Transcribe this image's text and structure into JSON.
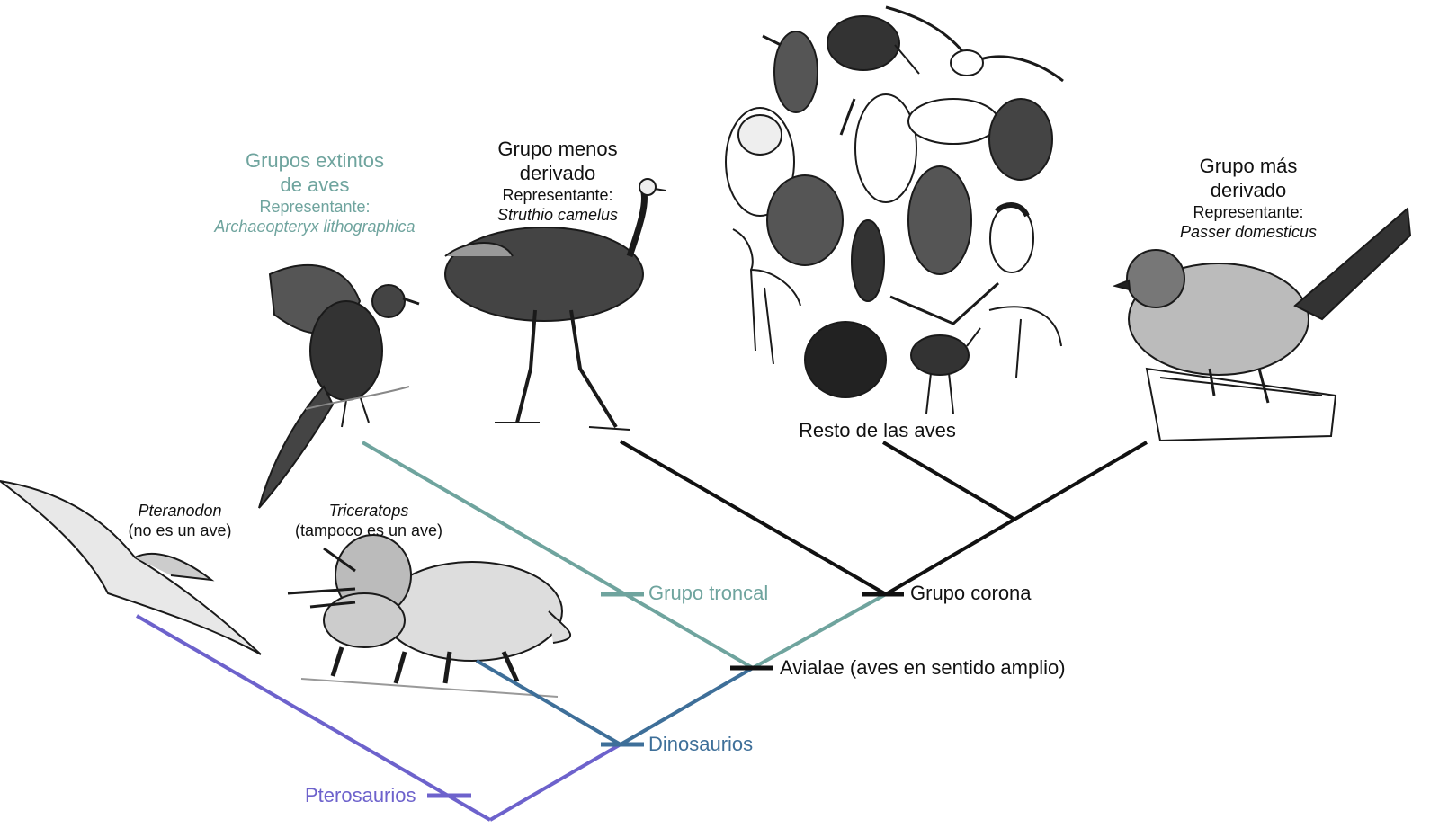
{
  "colors": {
    "teal": "#6fa49e",
    "blue": "#3e6f99",
    "purple": "#6d62cc",
    "black": "#111111"
  },
  "labels": {
    "extinct": {
      "title_line1": "Grupos extintos",
      "title_line2": "de aves",
      "rep_label": "Representante:",
      "species": "Archaeopteryx lithographica"
    },
    "least_derived": {
      "title_line1": "Grupo menos",
      "title_line2": "derivado",
      "rep_label": "Representante:",
      "species": "Struthio camelus"
    },
    "most_derived": {
      "title_line1": "Grupo más",
      "title_line2": "derivado",
      "rep_label": "Representante:",
      "species": "Passer domesticus"
    },
    "rest": "Resto de las aves",
    "pteranodon": {
      "name": "Pteranodon",
      "note": "(no es un ave)"
    },
    "triceratops": {
      "name": "Triceratops",
      "note": "(tampoco es un ave)"
    }
  },
  "nodes": {
    "troncal": "Grupo troncal",
    "corona": "Grupo corona",
    "avialae": "Avialae (aves en sentido amplio)",
    "dinosaurios": "Dinosaurios",
    "pterosaurios": "Pterosaurios"
  },
  "icons": {
    "archaeopteryx": "archaeopteryx-icon",
    "ostrich": "ostrich-icon",
    "birds": "bird-collage-icon",
    "sparrow": "sparrow-icon",
    "pteranodon": "pteranodon-icon",
    "triceratops": "triceratops-icon"
  }
}
